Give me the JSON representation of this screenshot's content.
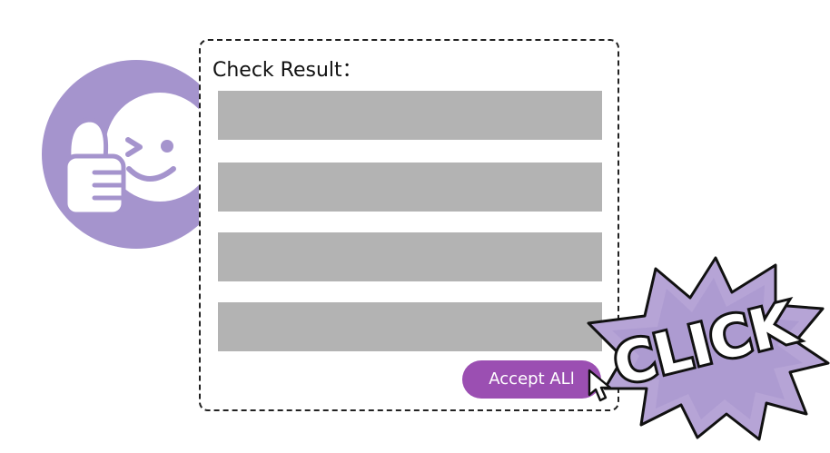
{
  "check_result": {
    "title": "Check Result：",
    "bar_count": 4
  },
  "buttons": {
    "accept_all_label": "Accept ALl"
  },
  "click_burst": {
    "text": "CLICK"
  },
  "colors": {
    "accent_purple": "#9b4fb2",
    "mascot_purple": "#a594cd",
    "burst_purple": "#b6a4d6",
    "bar_gray": "#b3b3b3"
  },
  "icons": {
    "mascot": "thumbs-up-wink-face-icon",
    "cursor": "pointer-arrow-icon",
    "burst": "comic-click-burst-icon"
  }
}
